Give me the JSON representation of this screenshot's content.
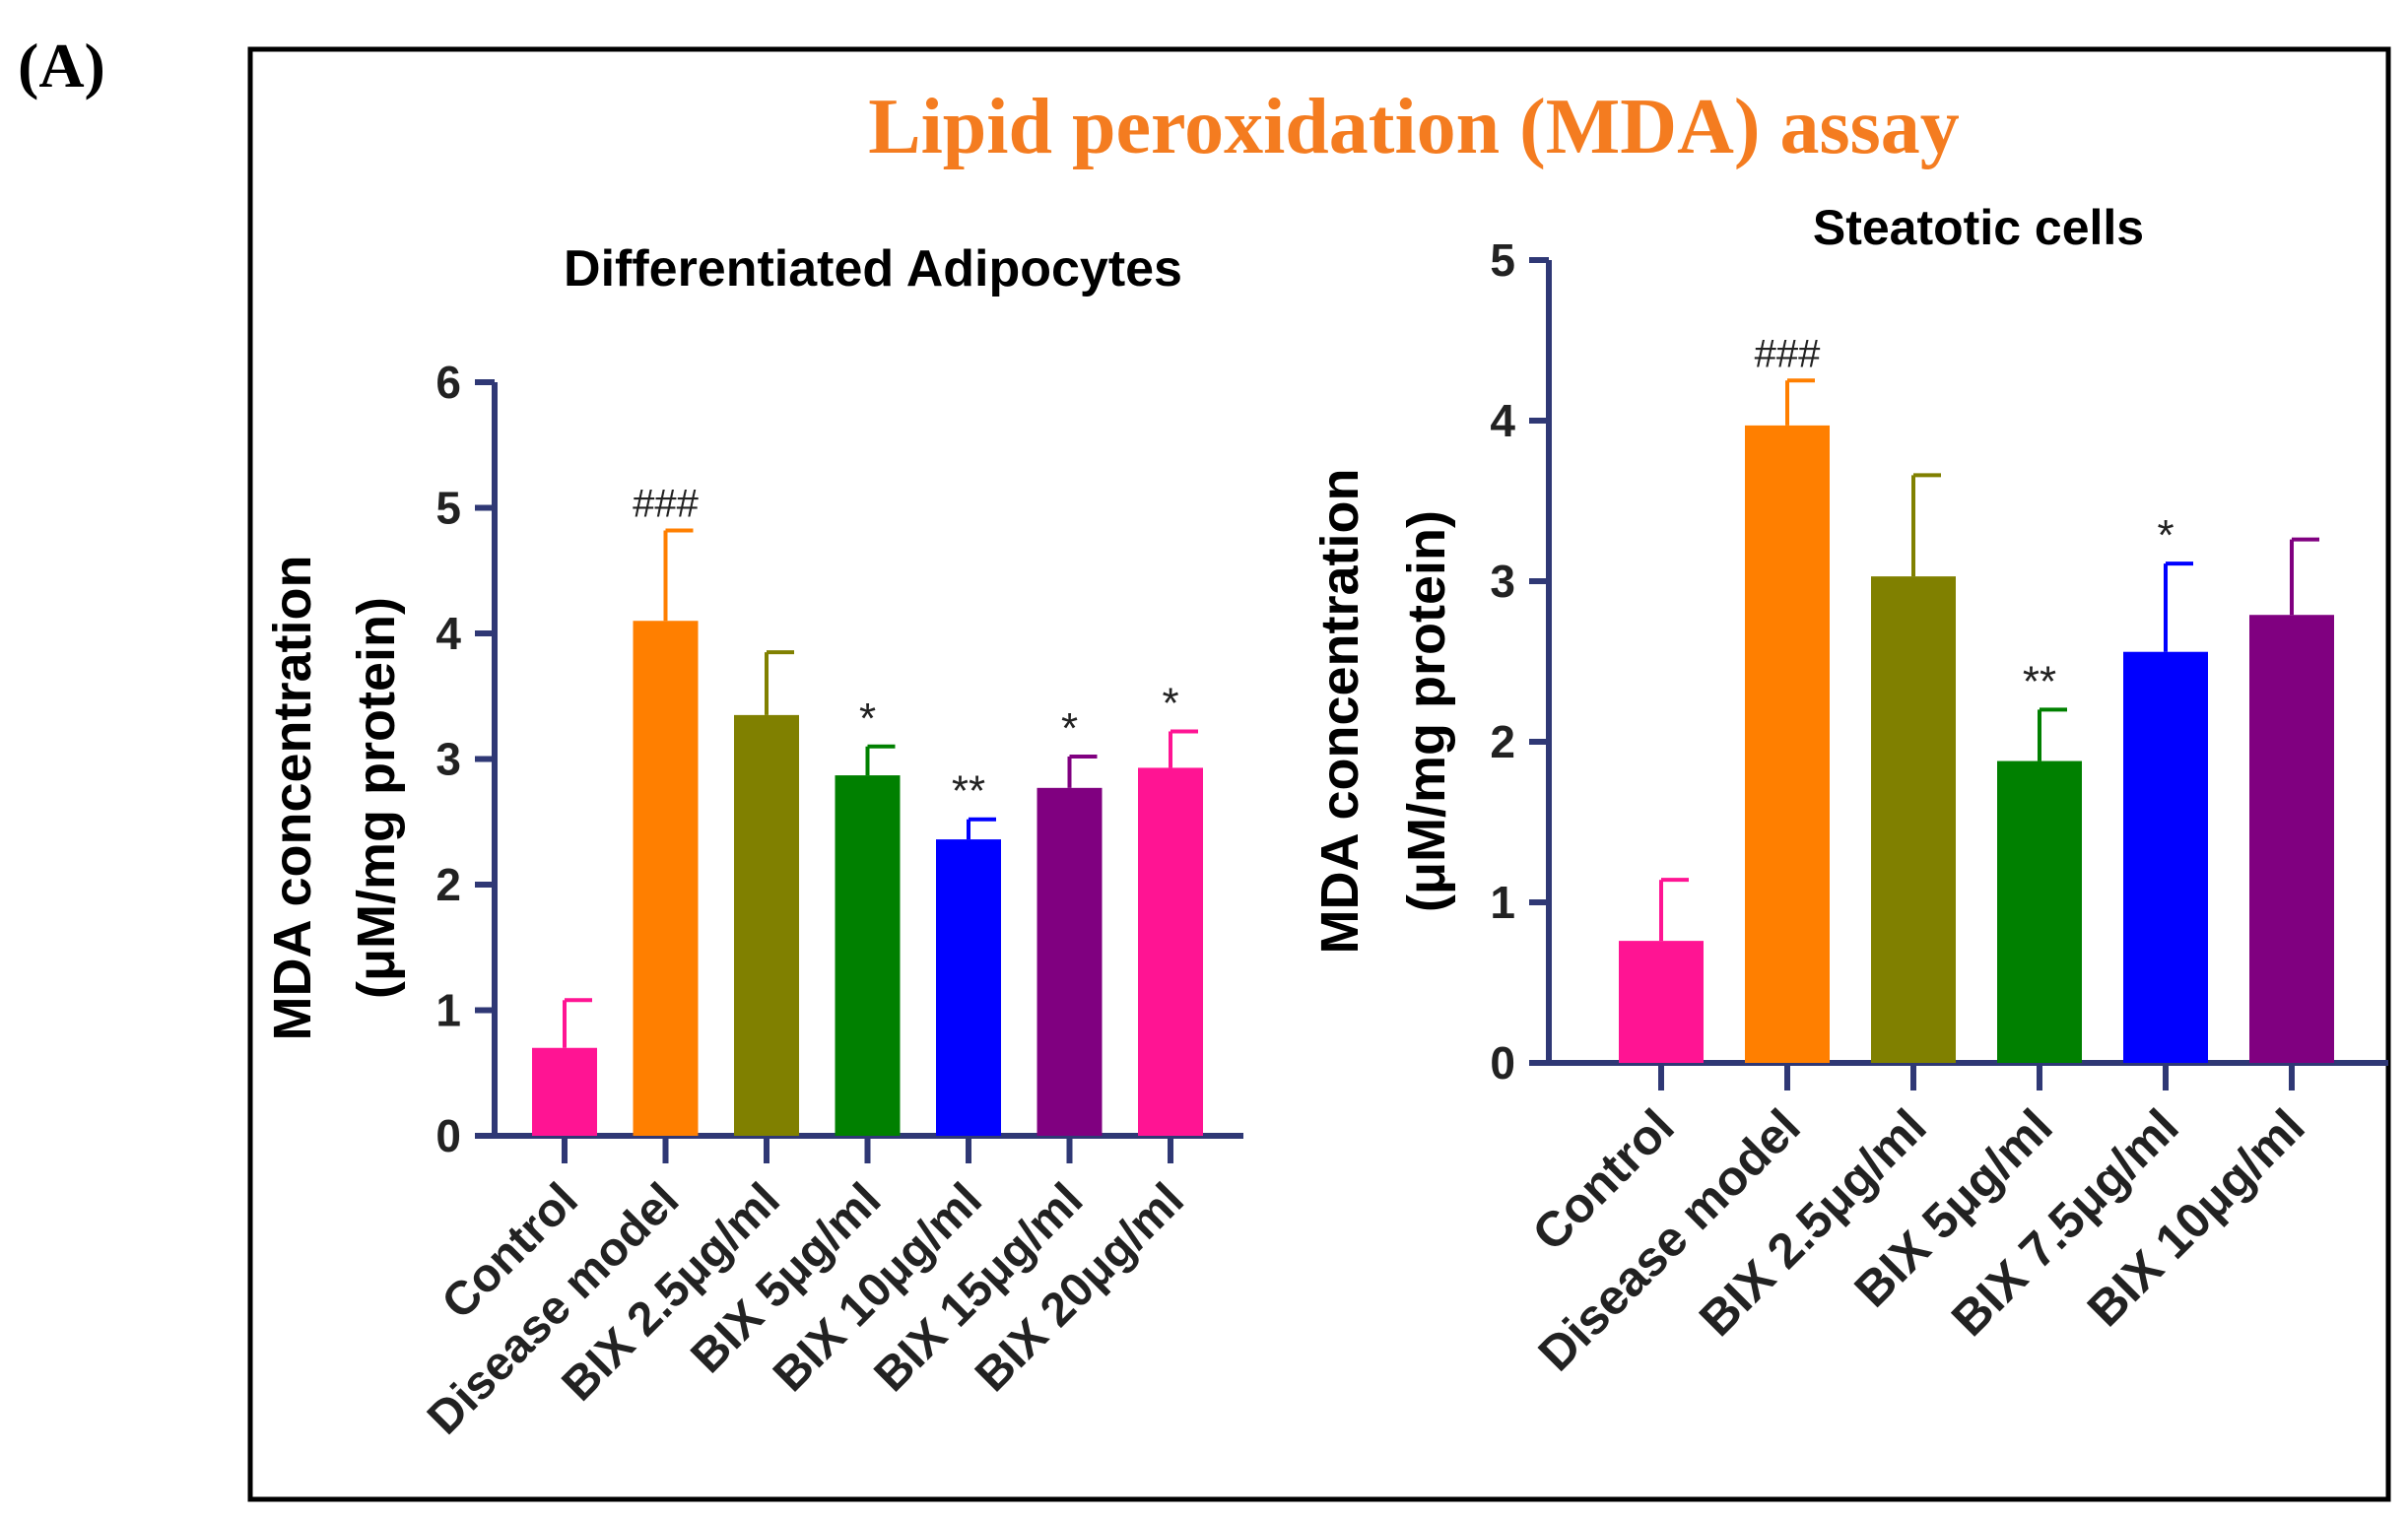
{
  "panel_label": "(A)",
  "figure_title": "Lipid peroxidation (MDA) assay",
  "colors": {
    "title": "#f47c20",
    "axis": "#2f3875",
    "frame": "#000000",
    "pink": "#ff1493",
    "orange": "#ff7f00",
    "olive": "#808000",
    "green": "#008000",
    "blue": "#0000ff",
    "purple": "#800080"
  },
  "chart_data": [
    {
      "type": "bar",
      "title": "Differentiated Adipocytes",
      "ylabel": "MDA concentration",
      "ylabel_unit": "(μM/mg protein)",
      "xlabel": "",
      "ylim": [
        0,
        6
      ],
      "yticks": [
        "0",
        "1",
        "2",
        "3",
        "4",
        "5",
        "6"
      ],
      "categories": [
        "Control",
        "Disease model",
        "BIX 2.5μg/ml",
        "BIX 5μg/ml",
        "BIX 10μg/ml",
        "BIX 15μg/ml",
        "BIX 20μg/ml"
      ],
      "values": [
        0.7,
        4.1,
        3.35,
        2.87,
        2.36,
        2.77,
        2.93
      ],
      "errors": [
        0.38,
        0.72,
        0.5,
        0.23,
        0.16,
        0.25,
        0.29
      ],
      "annotations": [
        "",
        "###",
        "",
        "*",
        "**",
        "*",
        "*"
      ],
      "bar_colors": [
        "#ff1493",
        "#ff7f00",
        "#808000",
        "#008000",
        "#0000ff",
        "#800080",
        "#ff1493"
      ]
    },
    {
      "type": "bar",
      "title": "Steatotic cells",
      "ylabel": "MDA concentration",
      "ylabel_unit": "(μM/mg protein)",
      "xlabel": "",
      "ylim": [
        0,
        5
      ],
      "yticks": [
        "0",
        "1",
        "2",
        "3",
        "4",
        "5"
      ],
      "categories": [
        "Control",
        "Disease model",
        "BIX 2.5μg/ml",
        "BIX 5μg/ml",
        "BIX 7.5μg/ml",
        "BIX 10μg/ml"
      ],
      "values": [
        0.76,
        3.97,
        3.03,
        1.88,
        2.56,
        2.79
      ],
      "errors": [
        0.38,
        0.28,
        0.63,
        0.32,
        0.55,
        0.47
      ],
      "annotations": [
        "",
        "###",
        "",
        "**",
        "*",
        ""
      ],
      "bar_colors": [
        "#ff1493",
        "#ff7f00",
        "#808000",
        "#008000",
        "#0000ff",
        "#800080"
      ]
    }
  ]
}
